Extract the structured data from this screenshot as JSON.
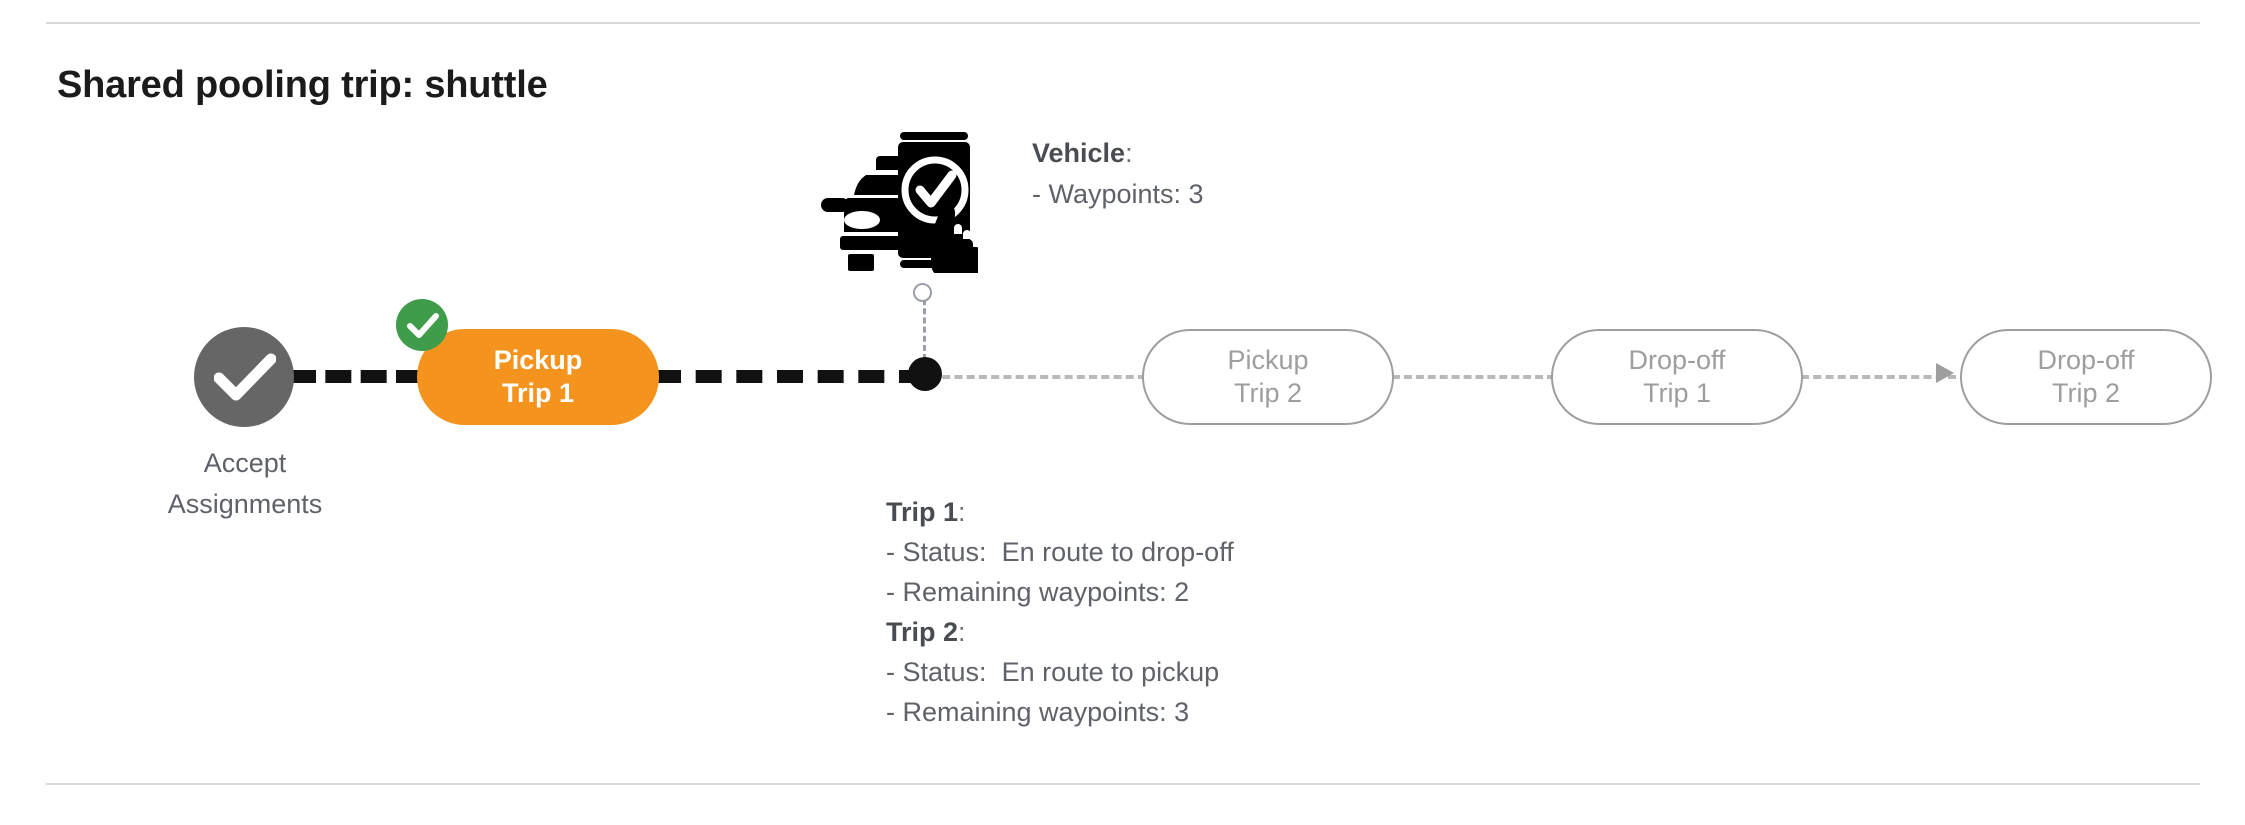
{
  "page": {
    "title": "Shared pooling trip: shuttle",
    "background": "#ffffff",
    "divider_color": "#d9d9d9"
  },
  "colors": {
    "active_pill": "#f4931e",
    "completed_node": "#666666",
    "future_pill_border": "#9e9e9e",
    "future_pill_text": "#9e9e9e",
    "success_badge": "#3f9c4b",
    "body_text": "#5f6368",
    "connector_done": "#111111",
    "connector_pending": "#b9b9b9"
  },
  "vehicle_callout": {
    "icon": "car-phone-check-icon",
    "marker_icon": "vehicle-position-dot",
    "title": "Vehicle",
    "title_separator": ":",
    "details": [
      {
        "text": "- Waypoints: 3"
      }
    ]
  },
  "timeline": {
    "start_node": {
      "icon": "check-circle-icon",
      "caption_line1": "Accept",
      "caption_line2": "Assignments",
      "state": "completed"
    },
    "steps": [
      {
        "id": "pickup-trip-1",
        "line1": "Pickup",
        "line2": "Trip 1",
        "state": "active",
        "badge_icon": "check-badge-icon"
      },
      {
        "id": "pickup-trip-2",
        "line1": "Pickup",
        "line2": "Trip 2",
        "state": "future"
      },
      {
        "id": "dropoff-trip-1",
        "line1": "Drop-off",
        "line2": "Trip 1",
        "state": "future"
      },
      {
        "id": "dropoff-trip-2",
        "line1": "Drop-off",
        "line2": "Trip 2",
        "state": "future"
      }
    ]
  },
  "trips_note": {
    "trip1": {
      "title": "Trip 1",
      "title_separator": ":",
      "status_label": "- Status:",
      "status_value": "En route to drop-off",
      "waypoints": "- Remaining waypoints: 2"
    },
    "trip2": {
      "title": "Trip 2",
      "title_separator": ":",
      "status_label": "- Status:",
      "status_value": "En route to pickup",
      "waypoints": "- Remaining waypoints: 3"
    }
  }
}
